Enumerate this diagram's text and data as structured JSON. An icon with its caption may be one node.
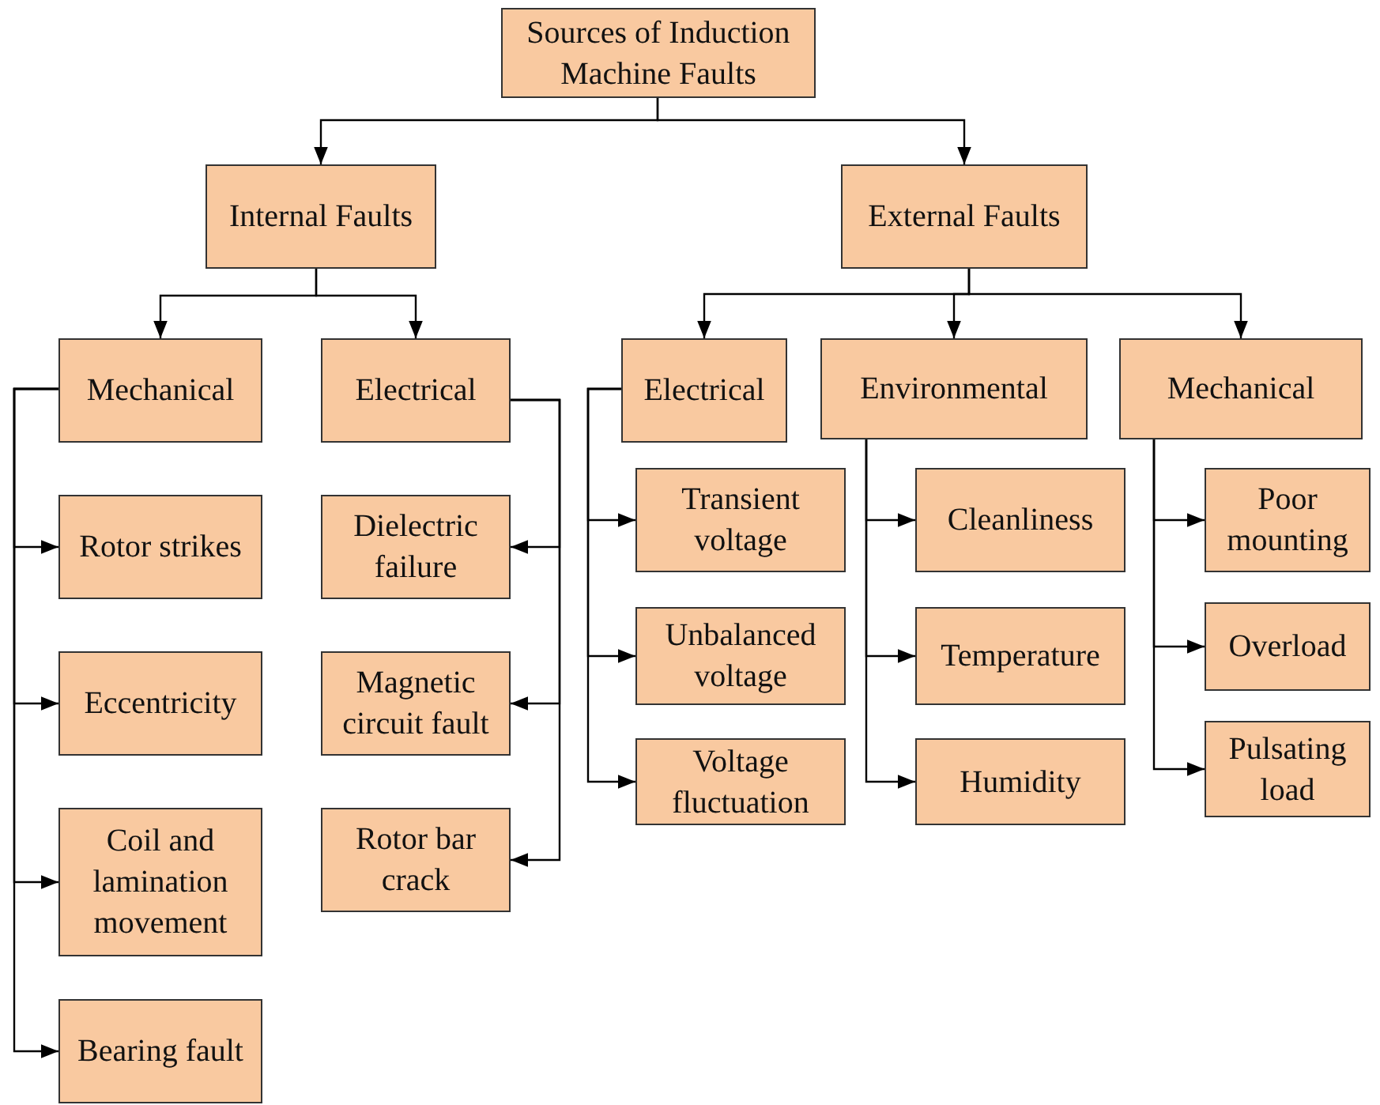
{
  "diagram": {
    "nodes": [
      {
        "text": [
          "Sources of Induction Machine Faults"
        ]
      },
      {
        "text": [
          "Internal Faults"
        ]
      },
      {
        "text": [
          "External Faults"
        ]
      },
      {
        "text": [
          "Mechanical"
        ]
      },
      {
        "text": [
          "Electrical"
        ]
      },
      {
        "text": [
          "Electrical"
        ]
      },
      {
        "text": [
          "Environmental"
        ]
      },
      {
        "text": [
          "Mechanical"
        ]
      },
      {
        "text": [
          "Rotor strikes"
        ]
      },
      {
        "text": [
          "Eccentricity"
        ]
      },
      {
        "text": [
          "Coil and lamination movement"
        ]
      },
      {
        "text": [
          "Bearing fault"
        ]
      },
      {
        "text": [
          "Dielectric failure"
        ]
      },
      {
        "text": [
          "Magnetic circuit fault"
        ]
      },
      {
        "text": [
          "Rotor bar crack"
        ]
      },
      {
        "text": [
          "Transient voltage"
        ]
      },
      {
        "text": [
          "Unbalanced voltage"
        ]
      },
      {
        "text": [
          "Voltage fluctuation"
        ]
      },
      {
        "text": [
          "Cleanliness"
        ]
      },
      {
        "text": [
          "Temperature"
        ]
      },
      {
        "text": [
          "Humidity"
        ]
      },
      {
        "text": [
          "Poor mounting"
        ]
      },
      {
        "text": [
          "Overload"
        ]
      },
      {
        "text": [
          "Pulsating load"
        ]
      }
    ],
    "edges": [
      {
        "from": 0,
        "to": 1,
        "arrow": "to"
      },
      {
        "from": 0,
        "to": 2,
        "arrow": "to"
      },
      {
        "from": 1,
        "to": 3,
        "arrow": "to"
      },
      {
        "from": 1,
        "to": 4,
        "arrow": "to"
      },
      {
        "from": 2,
        "to": 5,
        "arrow": "to"
      },
      {
        "from": 2,
        "to": 6,
        "arrow": "to"
      },
      {
        "from": 2,
        "to": 7,
        "arrow": "to"
      },
      {
        "from": 3,
        "to": 8,
        "arrow": "to"
      },
      {
        "from": 3,
        "to": 9,
        "arrow": "to"
      },
      {
        "from": 3,
        "to": 10,
        "arrow": "to"
      },
      {
        "from": 3,
        "to": 11,
        "arrow": "to"
      },
      {
        "from": 4,
        "to": 12,
        "arrow": "to"
      },
      {
        "from": 4,
        "to": 13,
        "arrow": "to"
      },
      {
        "from": 4,
        "to": 14,
        "arrow": "to"
      },
      {
        "from": 5,
        "to": 15,
        "arrow": "to"
      },
      {
        "from": 5,
        "to": 16,
        "arrow": "to"
      },
      {
        "from": 5,
        "to": 17,
        "arrow": "to"
      },
      {
        "from": 6,
        "to": 18,
        "arrow": "to"
      },
      {
        "from": 6,
        "to": 19,
        "arrow": "to"
      },
      {
        "from": 6,
        "to": 20,
        "arrow": "to"
      },
      {
        "from": 7,
        "to": 21,
        "arrow": "to"
      },
      {
        "from": 7,
        "to": 22,
        "arrow": "to"
      },
      {
        "from": 7,
        "to": 23,
        "arrow": "to"
      }
    ]
  }
}
